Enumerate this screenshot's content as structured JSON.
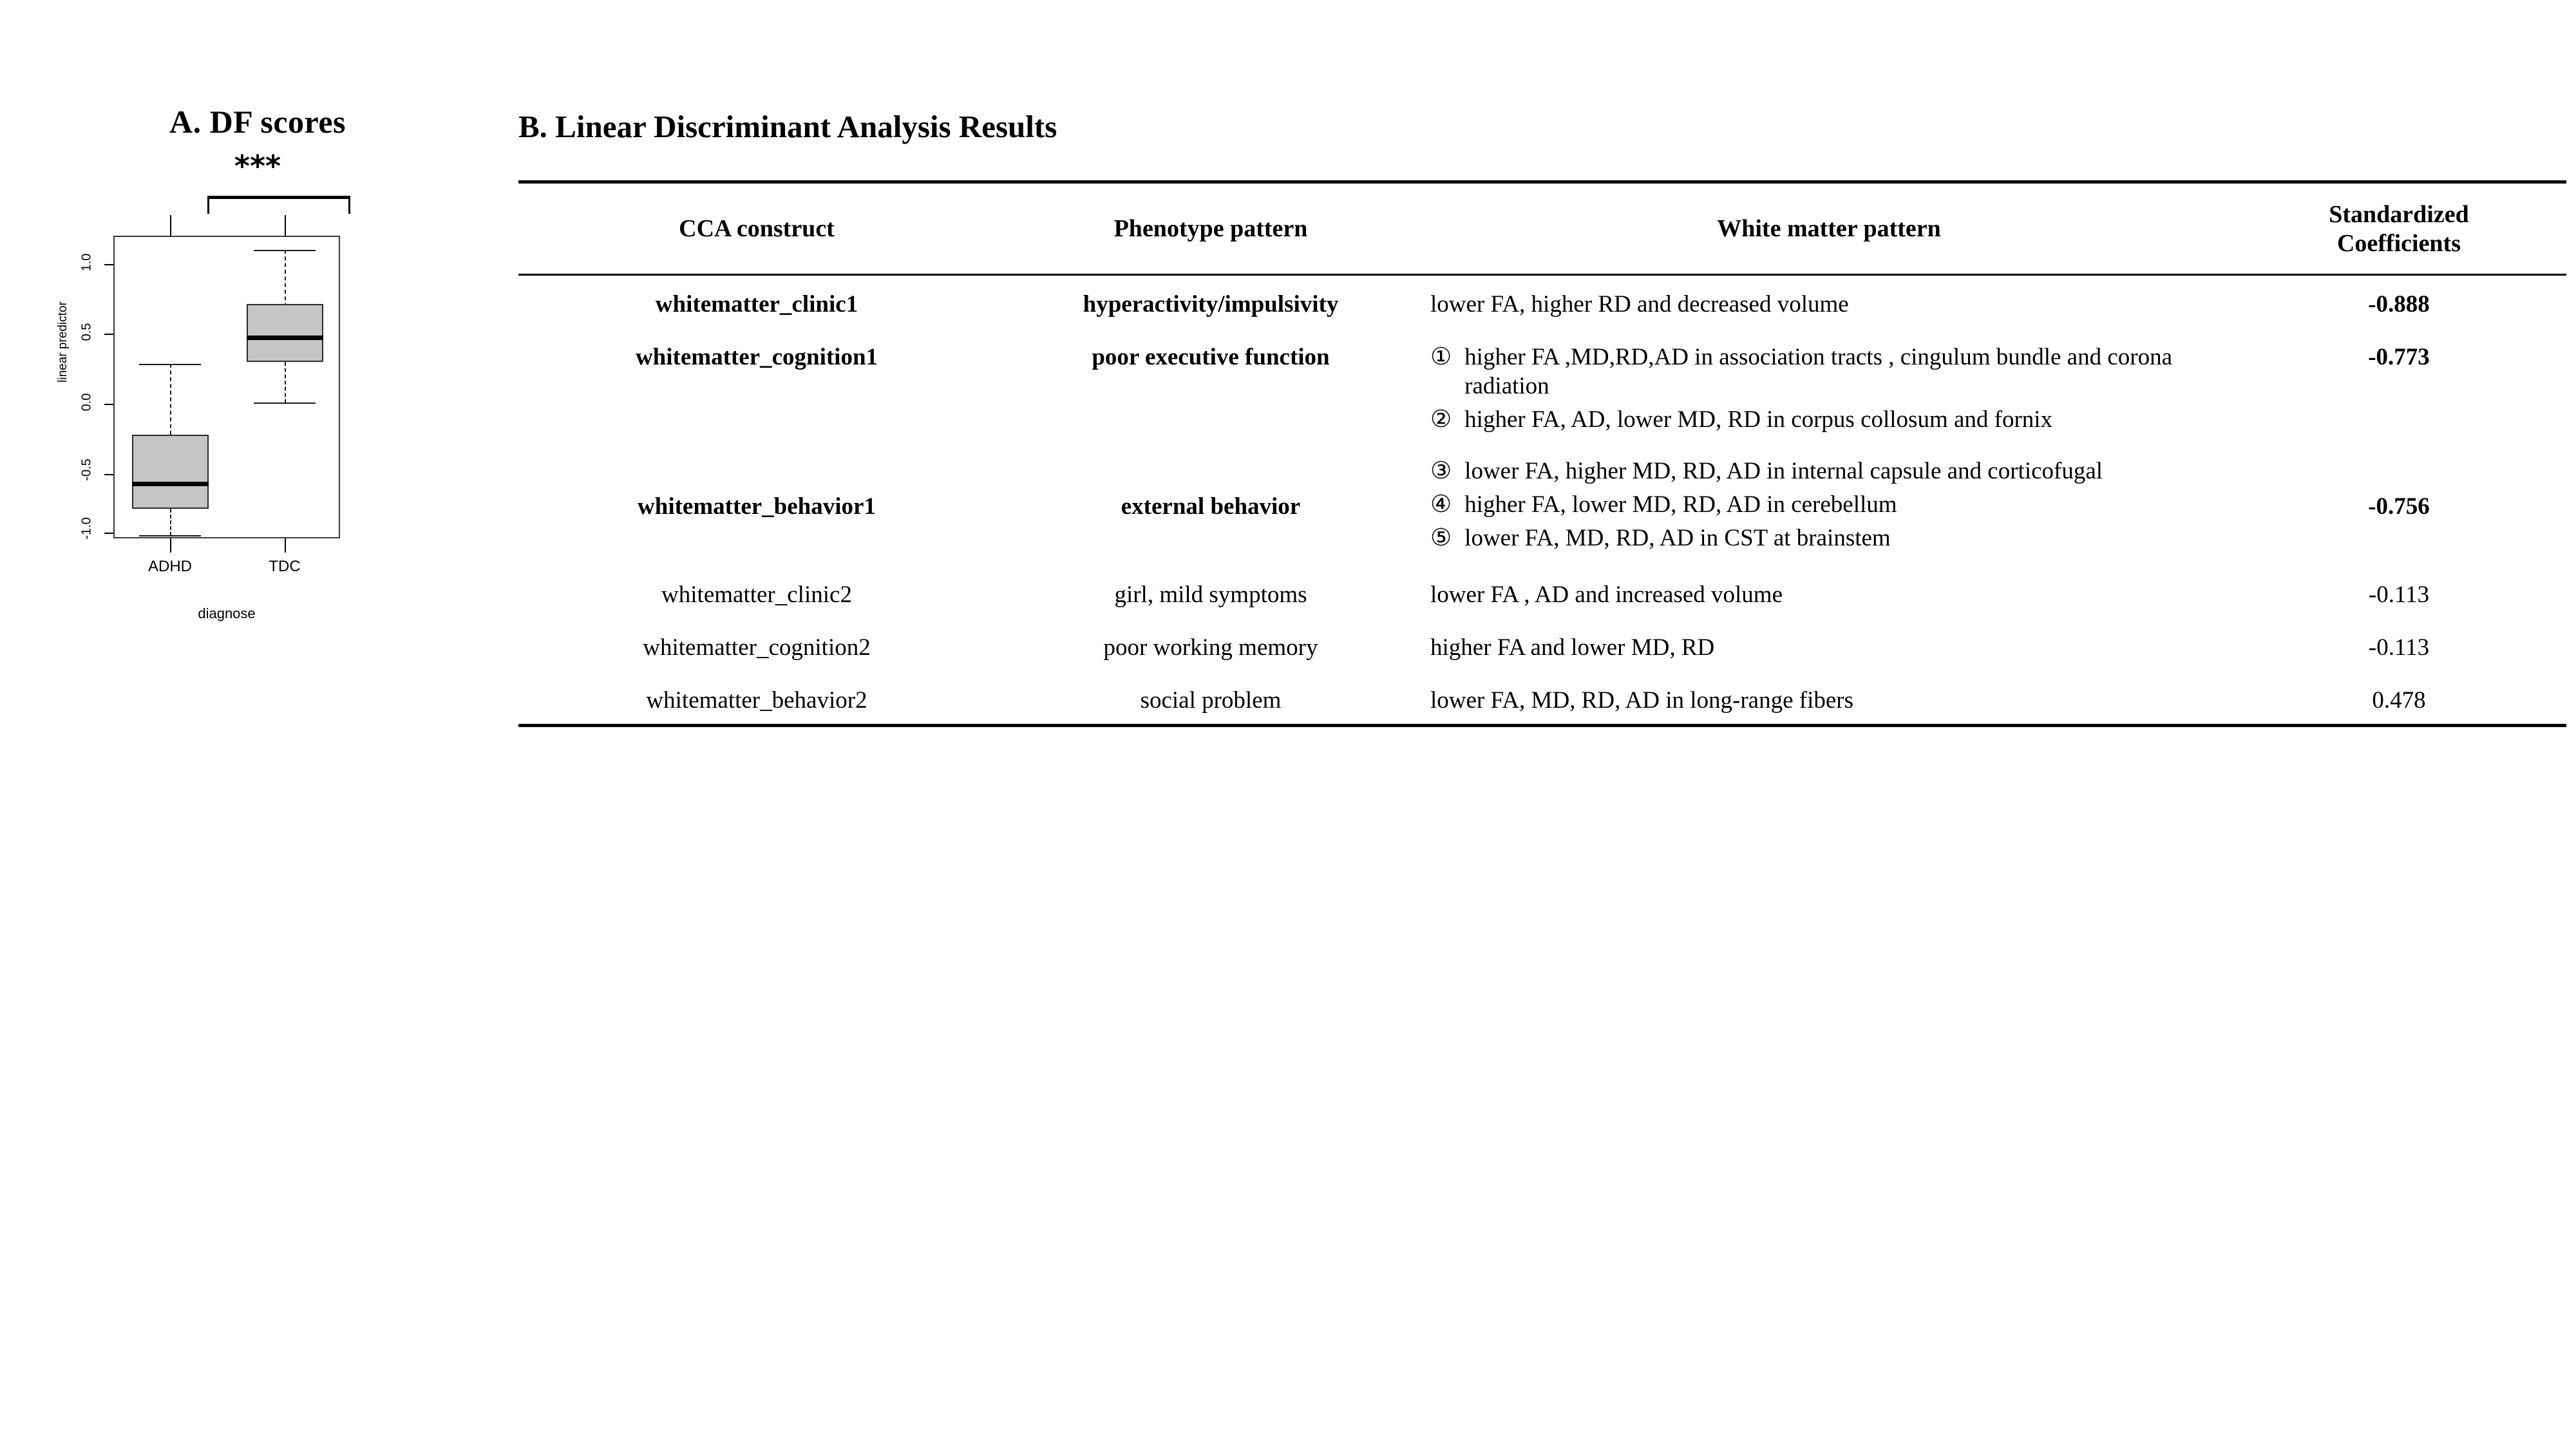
{
  "panel_a": {
    "title": "A. DF scores",
    "significance": "***",
    "y_axis_title": "linear predictor",
    "x_axis_title": "diagnose",
    "y_ticks": [
      "1.0",
      "0.5",
      "0.0",
      "-0.5",
      "-1.0"
    ],
    "groups": [
      "ADHD",
      "TDC"
    ]
  },
  "panel_b": {
    "title": "B. Linear Discriminant Analysis Results",
    "columns": [
      "CCA construct",
      "Phenotype pattern",
      "White matter pattern",
      "Standardized\nCoefficients"
    ],
    "column_standardized_line1": "Standardized",
    "column_standardized_line2": "Coefficients",
    "rows": [
      {
        "construct": "whitematter_clinic1",
        "phenotype": "hyperactivity/impulsivity",
        "white_matter": "lower FA, higher RD and decreased volume",
        "coefficient": "-0.888",
        "bold": true
      },
      {
        "construct": "whitematter_cognition1",
        "phenotype": "poor executive function",
        "white_matter_items": [
          {
            "marker": "①",
            "text": "higher FA ,MD,RD,AD in association tracts , cingulum bundle and corona radiation"
          },
          {
            "marker": "②",
            "text": "higher FA, AD, lower MD, RD in corpus collosum and fornix"
          }
        ],
        "coefficient": "-0.773",
        "bold": true
      },
      {
        "construct": "whitematter_behavior1",
        "phenotype": "external behavior",
        "white_matter_items": [
          {
            "marker": "③",
            "text": "lower FA, higher MD, RD, AD in internal capsule and corticofugal"
          },
          {
            "marker": "④",
            "text": "higher FA, lower MD, RD, AD in cerebellum"
          },
          {
            "marker": "⑤",
            "text": "lower FA, MD, RD, AD in CST at brainstem"
          }
        ],
        "coefficient": "-0.756",
        "bold": true
      },
      {
        "construct": "whitematter_clinic2",
        "phenotype": "girl, mild symptoms",
        "white_matter": "lower FA , AD and increased volume",
        "coefficient": "-0.113",
        "bold": false
      },
      {
        "construct": "whitematter_cognition2",
        "phenotype": "poor working memory",
        "white_matter": "higher FA and lower MD, RD",
        "coefficient": "-0.113",
        "bold": false
      },
      {
        "construct": "whitematter_behavior2",
        "phenotype": "social problem",
        "white_matter": "lower FA, MD, RD, AD in long-range fibers",
        "coefficient": "0.478",
        "bold": false
      }
    ]
  },
  "chart_data": {
    "type": "box",
    "title": "A. DF scores",
    "xlabel": "diagnose",
    "ylabel": "linear predictor",
    "ylim": [
      -1.1,
      1.3
    ],
    "yticks": [
      -1.0,
      -0.5,
      0.0,
      0.5,
      1.0
    ],
    "grid": false,
    "annotations": [
      {
        "text": "***",
        "between": [
          "ADHD",
          "TDC"
        ],
        "meaning": "significant group difference"
      }
    ],
    "categories": [
      "ADHD",
      "TDC"
    ],
    "boxes": [
      {
        "name": "ADHD",
        "whisker_low": -0.95,
        "q1": -0.8,
        "median": -0.61,
        "q3": -0.27,
        "whisker_high": 0.27
      },
      {
        "name": "TDC",
        "whisker_low": 0.0,
        "q1": 0.27,
        "median": 0.46,
        "q3": 0.72,
        "whisker_high": 1.21
      }
    ],
    "box_fill": "#c6c6c6",
    "box_stroke": "#2b2b2b"
  }
}
